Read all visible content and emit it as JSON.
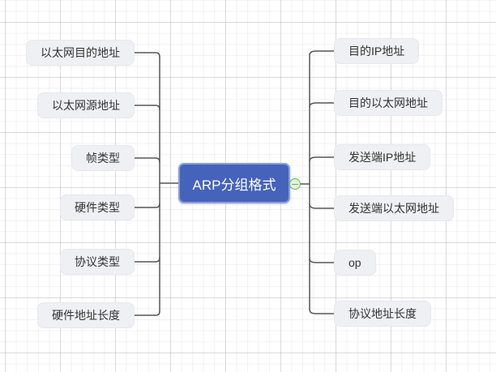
{
  "root_topic": {
    "label": "ARP分组格式"
  },
  "left_topics": [
    {
      "label": "以太网目的地址"
    },
    {
      "label": "以太网源地址"
    },
    {
      "label": "帧类型"
    },
    {
      "label": "硬件类型"
    },
    {
      "label": "协议类型"
    },
    {
      "label": "硬件地址长度"
    }
  ],
  "right_topics": [
    {
      "label": "目的IP地址"
    },
    {
      "label": "目的以太网地址"
    },
    {
      "label": "发送端IP地址"
    },
    {
      "label": "发送端以太网地址"
    },
    {
      "label": "op"
    },
    {
      "label": "协议地址长度"
    }
  ],
  "icons": {
    "collapse": "minus-circle-icon"
  },
  "colors": {
    "root_bg": "#4563bb",
    "root_border": "#8ba0da",
    "topic_bg": "#eef0f3",
    "topic_text": "#333333",
    "connector": "#575757",
    "collapse_border": "#6cb14e",
    "collapse_fill": "#e4f2dd"
  }
}
